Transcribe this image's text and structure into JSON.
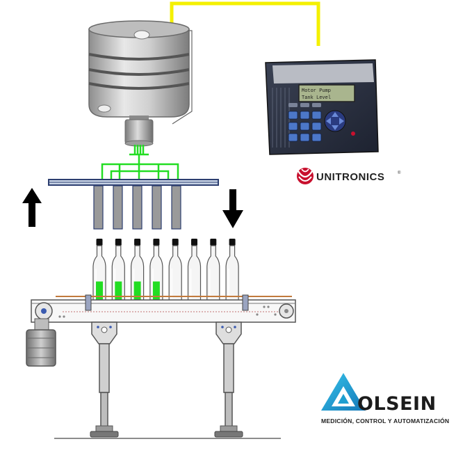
{
  "plc": {
    "brand": "UNITRONICS",
    "trademark": "®",
    "screen_lines": [
      "Motor Pump",
      "Tank Level"
    ]
  },
  "company": {
    "name": "OLSEIN",
    "tagline": "MEDICIÓN, CONTROL Y AUTOMATIZACIÓN"
  },
  "filling_line": {
    "filler_nozzles": 5,
    "bottles_total": 8,
    "bottles_filled": 4,
    "bottle_filled_fraction": 0.55
  },
  "colors": {
    "signal_wire": "#f4f000",
    "liquid": "#22dd22",
    "olsein_accent": "#1f9fd0",
    "unitronics_red": "#c8102e",
    "frame_blue": "#2c3e70",
    "nozzle_gray": "#9a9a9a"
  },
  "icons": {
    "up_arrow": "arrow-up-icon",
    "down_arrow": "arrow-down-icon",
    "olsein_logo": "triangle-logo-icon",
    "unitronics_logo": "globe-logo-icon"
  }
}
